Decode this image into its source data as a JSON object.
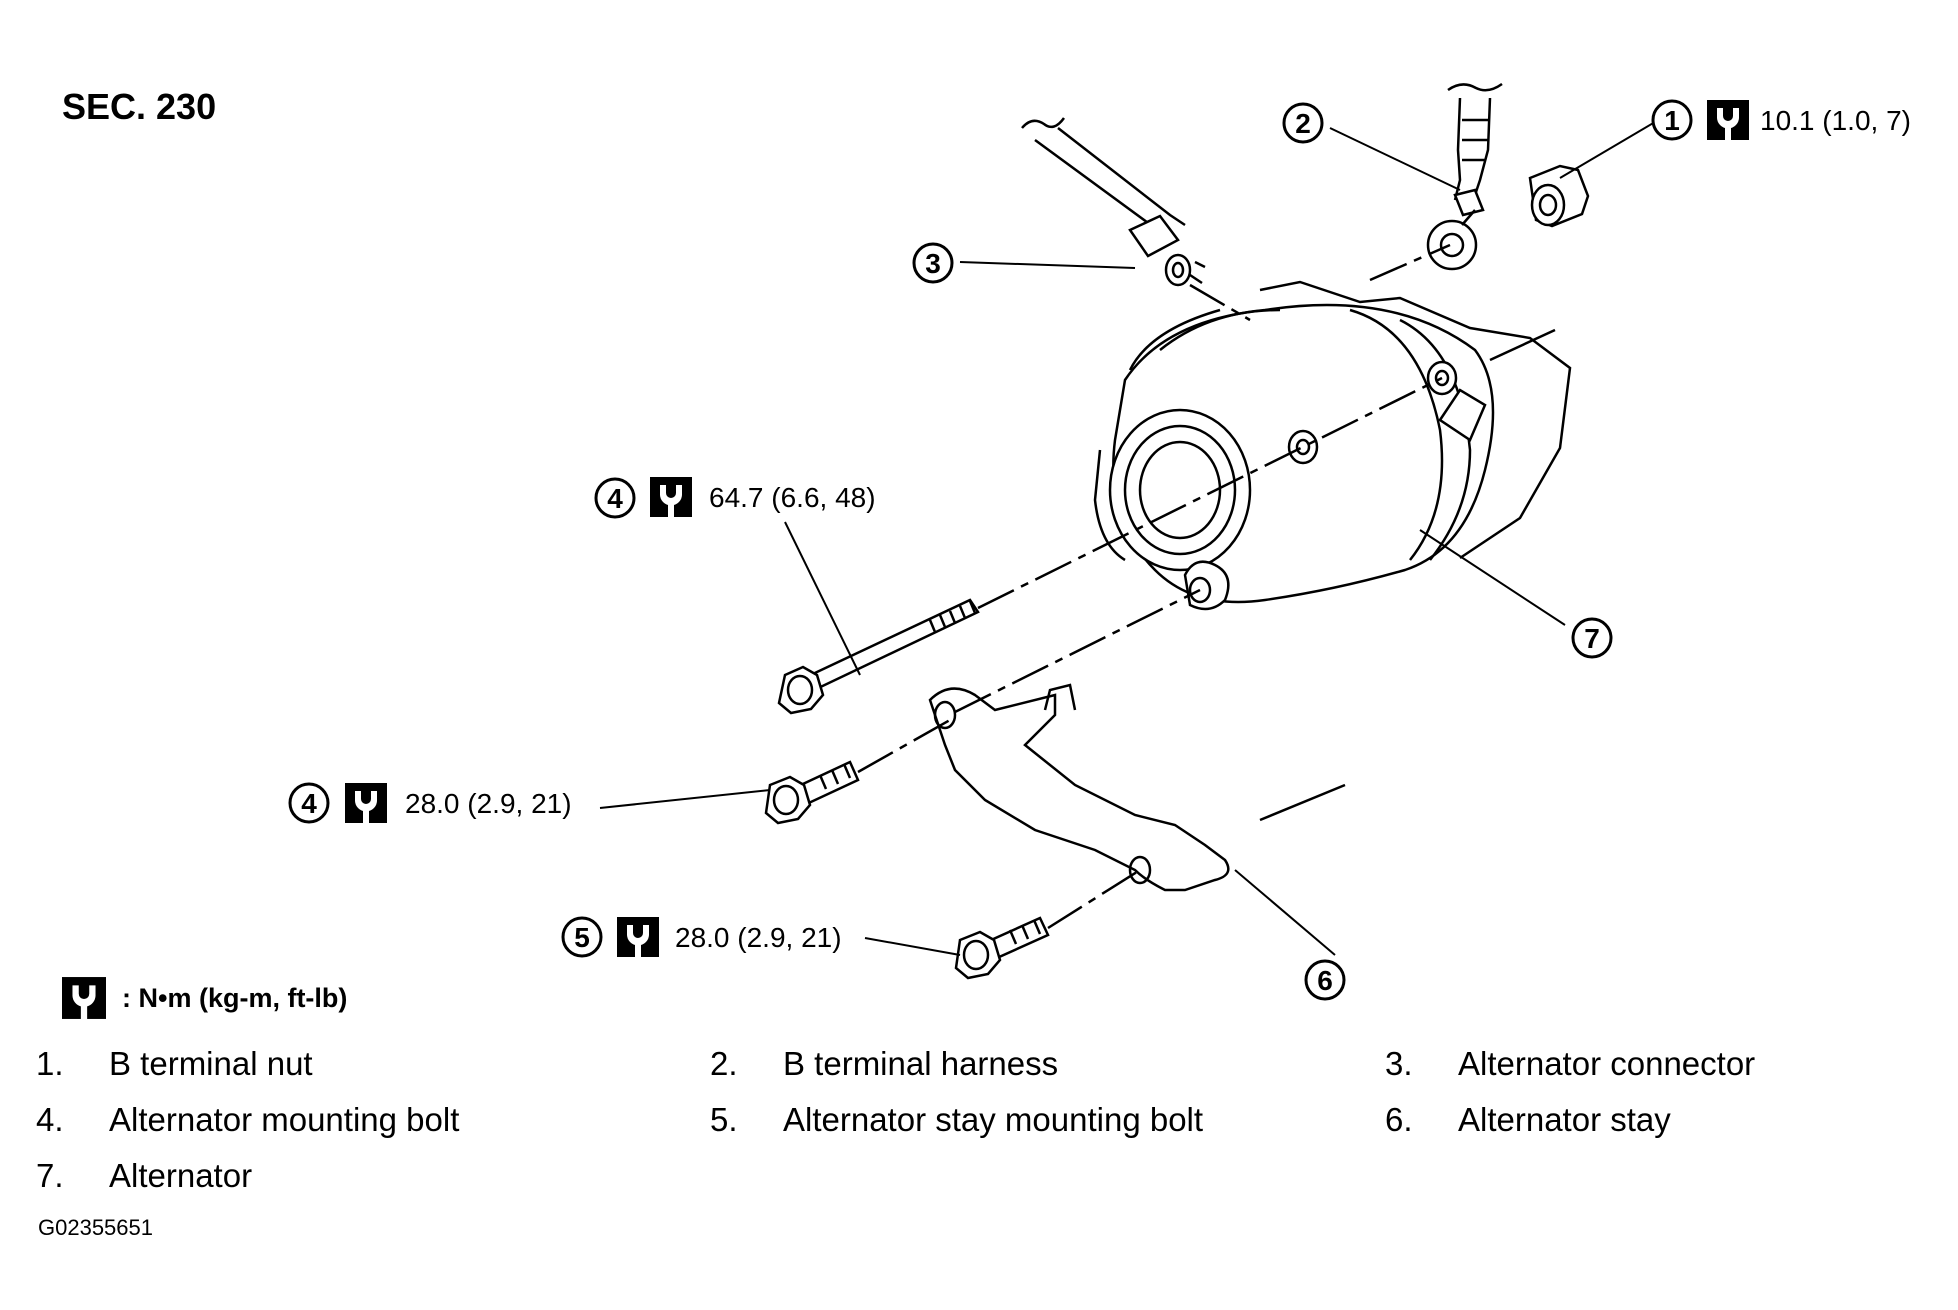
{
  "section": "SEC. 230",
  "callouts": [
    {
      "num": "1",
      "torque": "10.1 (1.0, 7)"
    },
    {
      "num": "2"
    },
    {
      "num": "3"
    },
    {
      "num": "4",
      "torque": "64.7 (6.6, 48)"
    },
    {
      "num": "4",
      "torque": "28.0 (2.9, 21)"
    },
    {
      "num": "5",
      "torque": "28.0 (2.9, 21)"
    },
    {
      "num": "6"
    },
    {
      "num": "7"
    }
  ],
  "legend": {
    "unit": ": N•m  (kg-m,  ft-lb)"
  },
  "parts": [
    {
      "num": "1.",
      "label": "B terminal nut"
    },
    {
      "num": "2.",
      "label": "B terminal harness"
    },
    {
      "num": "3.",
      "label": "Alternator connector"
    },
    {
      "num": "4.",
      "label": "Alternator mounting bolt"
    },
    {
      "num": "5.",
      "label": "Alternator stay mounting bolt"
    },
    {
      "num": "6.",
      "label": "Alternator stay"
    },
    {
      "num": "7.",
      "label": "Alternator"
    }
  ],
  "figure_code": "G02355651",
  "icons": [
    "torque-wrench-icon"
  ]
}
